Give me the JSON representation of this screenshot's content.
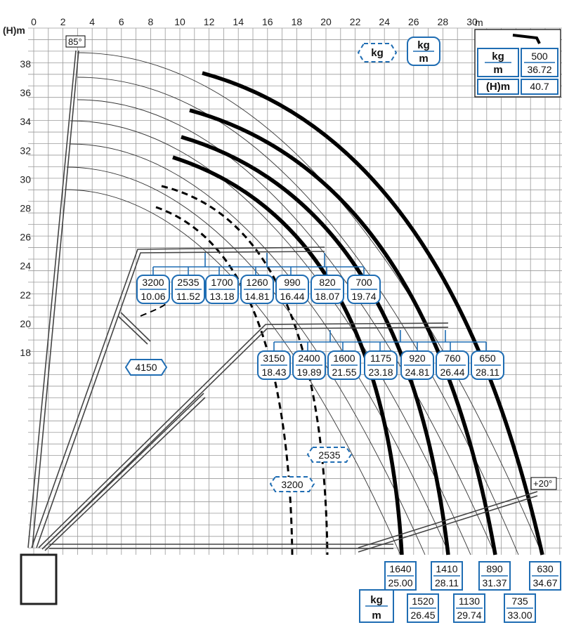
{
  "axes": {
    "x_unit": "m",
    "y_unit": "(H)m",
    "x_ticks": [
      "0",
      "2",
      "4",
      "6",
      "8",
      "10",
      "12",
      "14",
      "16",
      "18",
      "20",
      "22",
      "24",
      "26",
      "28",
      "30"
    ],
    "y_ticks": [
      "18",
      "20",
      "22",
      "24",
      "26",
      "28",
      "30",
      "32",
      "34",
      "36",
      "38"
    ]
  },
  "angles": {
    "max": "85°",
    "min": "+20°"
  },
  "legend": {
    "kg": "kg",
    "m": "m"
  },
  "spec_box": {
    "kg_label": "kg",
    "m_label": "m",
    "h_label": "(H)m",
    "load": "500",
    "reach": "36.72",
    "height": "40.7"
  },
  "loads_row1": [
    {
      "kg": "3200",
      "m": "10.06"
    },
    {
      "kg": "2535",
      "m": "11.52"
    },
    {
      "kg": "1700",
      "m": "13.18"
    },
    {
      "kg": "1260",
      "m": "14.81"
    },
    {
      "kg": "990",
      "m": "16.44"
    },
    {
      "kg": "820",
      "m": "18.07"
    },
    {
      "kg": "700",
      "m": "19.74"
    }
  ],
  "loads_row2": [
    {
      "kg": "3150",
      "m": "18.43"
    },
    {
      "kg": "2400",
      "m": "19.89"
    },
    {
      "kg": "1600",
      "m": "21.55"
    },
    {
      "kg": "1175",
      "m": "23.18"
    },
    {
      "kg": "920",
      "m": "24.81"
    },
    {
      "kg": "760",
      "m": "26.44"
    },
    {
      "kg": "650",
      "m": "28.11"
    }
  ],
  "loads_bottom_top": [
    {
      "kg": "1640",
      "m": "25.00"
    },
    {
      "kg": "1410",
      "m": "28.11"
    },
    {
      "kg": "890",
      "m": "31.37"
    },
    {
      "kg": "630",
      "m": "34.67"
    }
  ],
  "loads_bottom_low": [
    {
      "kg": "1520",
      "m": "26.45"
    },
    {
      "kg": "1130",
      "m": "29.74"
    },
    {
      "kg": "735",
      "m": "33.00"
    }
  ],
  "single_tags": {
    "jib": "4150",
    "dash_a": "2535",
    "dash_b": "3200"
  }
}
